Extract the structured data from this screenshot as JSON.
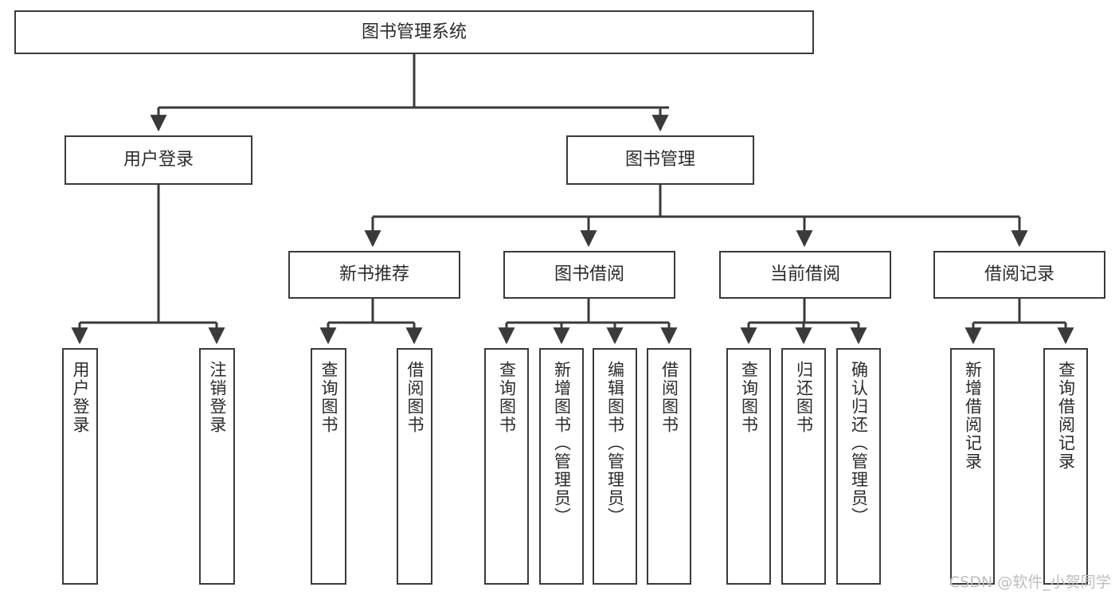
{
  "diagram": {
    "title": "图书管理系统",
    "type": "tree-hierarchy",
    "watermark": "CSDN @软件_小贺同学",
    "colors": {
      "stroke": "#3a3a3a",
      "fill": "#ffffff",
      "text": "#2b2b2b",
      "watermark": "#bdbdbd"
    },
    "nodes": {
      "root": {
        "label": "图书管理系统"
      },
      "level1": [
        {
          "label": "用户登录"
        },
        {
          "label": "图书管理"
        }
      ],
      "level2": [
        {
          "label": "新书推荐"
        },
        {
          "label": "图书借阅"
        },
        {
          "label": "当前借阅"
        },
        {
          "label": "借阅记录"
        }
      ],
      "leaves": {
        "user_login": [
          {
            "label": "用户登录"
          },
          {
            "label": "注销登录"
          }
        ],
        "new_book": [
          {
            "label": "查询图书"
          },
          {
            "label": "借阅图书"
          }
        ],
        "borrow_book": [
          {
            "label": "查询图书"
          },
          {
            "label": "新增图书（管理员）"
          },
          {
            "label": "编辑图书（管理员）"
          },
          {
            "label": "借阅图书"
          }
        ],
        "current_borrow": [
          {
            "label": "查询图书"
          },
          {
            "label": "归还图书"
          },
          {
            "label": "确认归还（管理员）"
          }
        ],
        "borrow_record": [
          {
            "label": "新增借阅记录"
          },
          {
            "label": "查询借阅记录"
          }
        ]
      }
    }
  }
}
